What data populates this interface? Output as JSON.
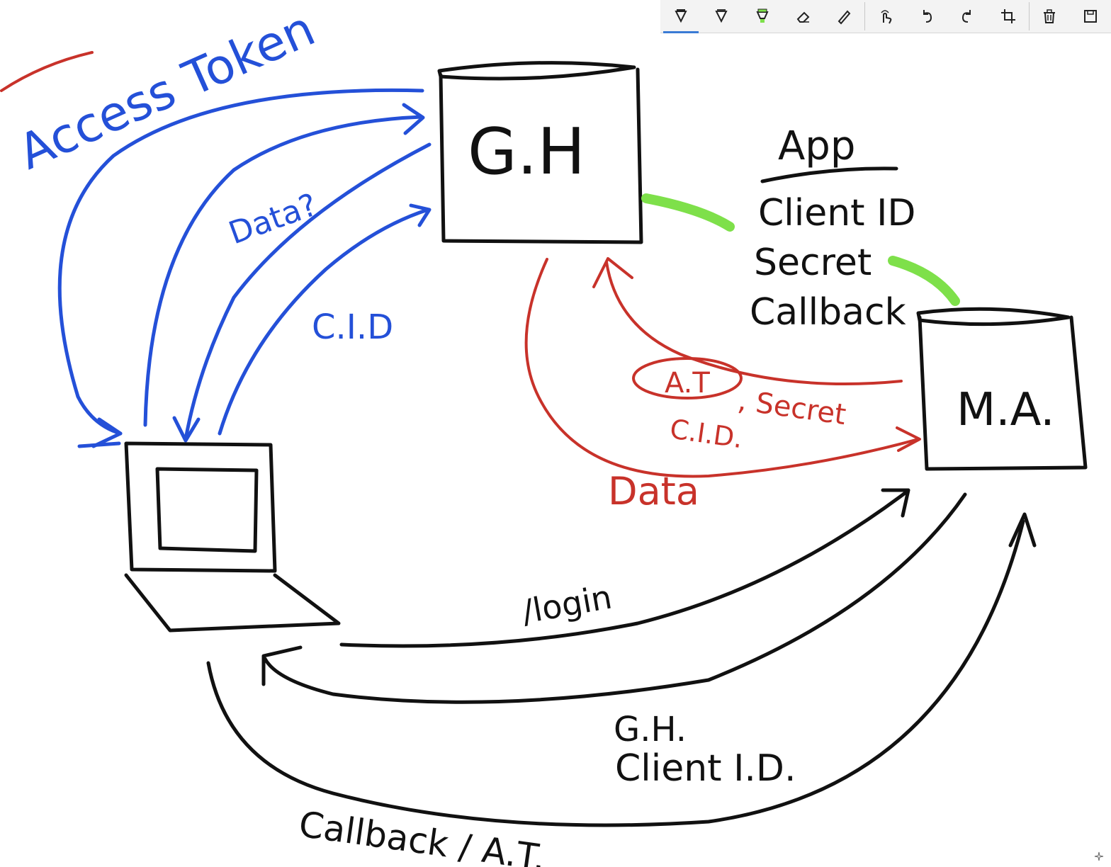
{
  "toolbar": {
    "tools": [
      {
        "id": "pen-black",
        "icon": "ballpoint-pen-icon",
        "active": true
      },
      {
        "id": "pen-dark",
        "icon": "pencil-pen-icon",
        "active": false
      },
      {
        "id": "highlighter",
        "icon": "highlighter-icon",
        "active": false
      },
      {
        "id": "eraser",
        "icon": "eraser-icon",
        "active": false
      },
      {
        "id": "ruler",
        "icon": "ruler-icon",
        "active": false
      },
      {
        "id": "touch",
        "icon": "touch-writing-icon",
        "active": false
      },
      {
        "id": "undo",
        "icon": "undo-icon",
        "active": false
      },
      {
        "id": "redo",
        "icon": "redo-icon",
        "active": false
      },
      {
        "id": "crop",
        "icon": "crop-icon",
        "active": false
      },
      {
        "id": "delete",
        "icon": "trash-icon",
        "active": false
      },
      {
        "id": "save",
        "icon": "save-icon",
        "active": false
      }
    ]
  },
  "diagram": {
    "gh_label": "G.H",
    "ma_label": "M.A.",
    "access_token_label": "Access Token",
    "data_question_label": "Data?",
    "cid_blue_label": "C.I.D",
    "app_title": "App",
    "client_id_label": "Client ID",
    "secret_label": "Secret",
    "callback_label": "Callback",
    "at_label": "A.T",
    "secret_red_label": ", Secret",
    "cid_red_label": "C.I.D.",
    "data_red_label": "Data",
    "login_label": "/login",
    "gh_dot_label": "G.H.",
    "client_id_dot_label": "Client I.D.",
    "callback_at_label": "Callback / A.T."
  },
  "colors": {
    "ink_black": "#111111",
    "ink_blue": "#2450d8",
    "ink_red": "#c8322a",
    "ink_green": "#7ee04a",
    "accent": "#3a7bd5"
  }
}
